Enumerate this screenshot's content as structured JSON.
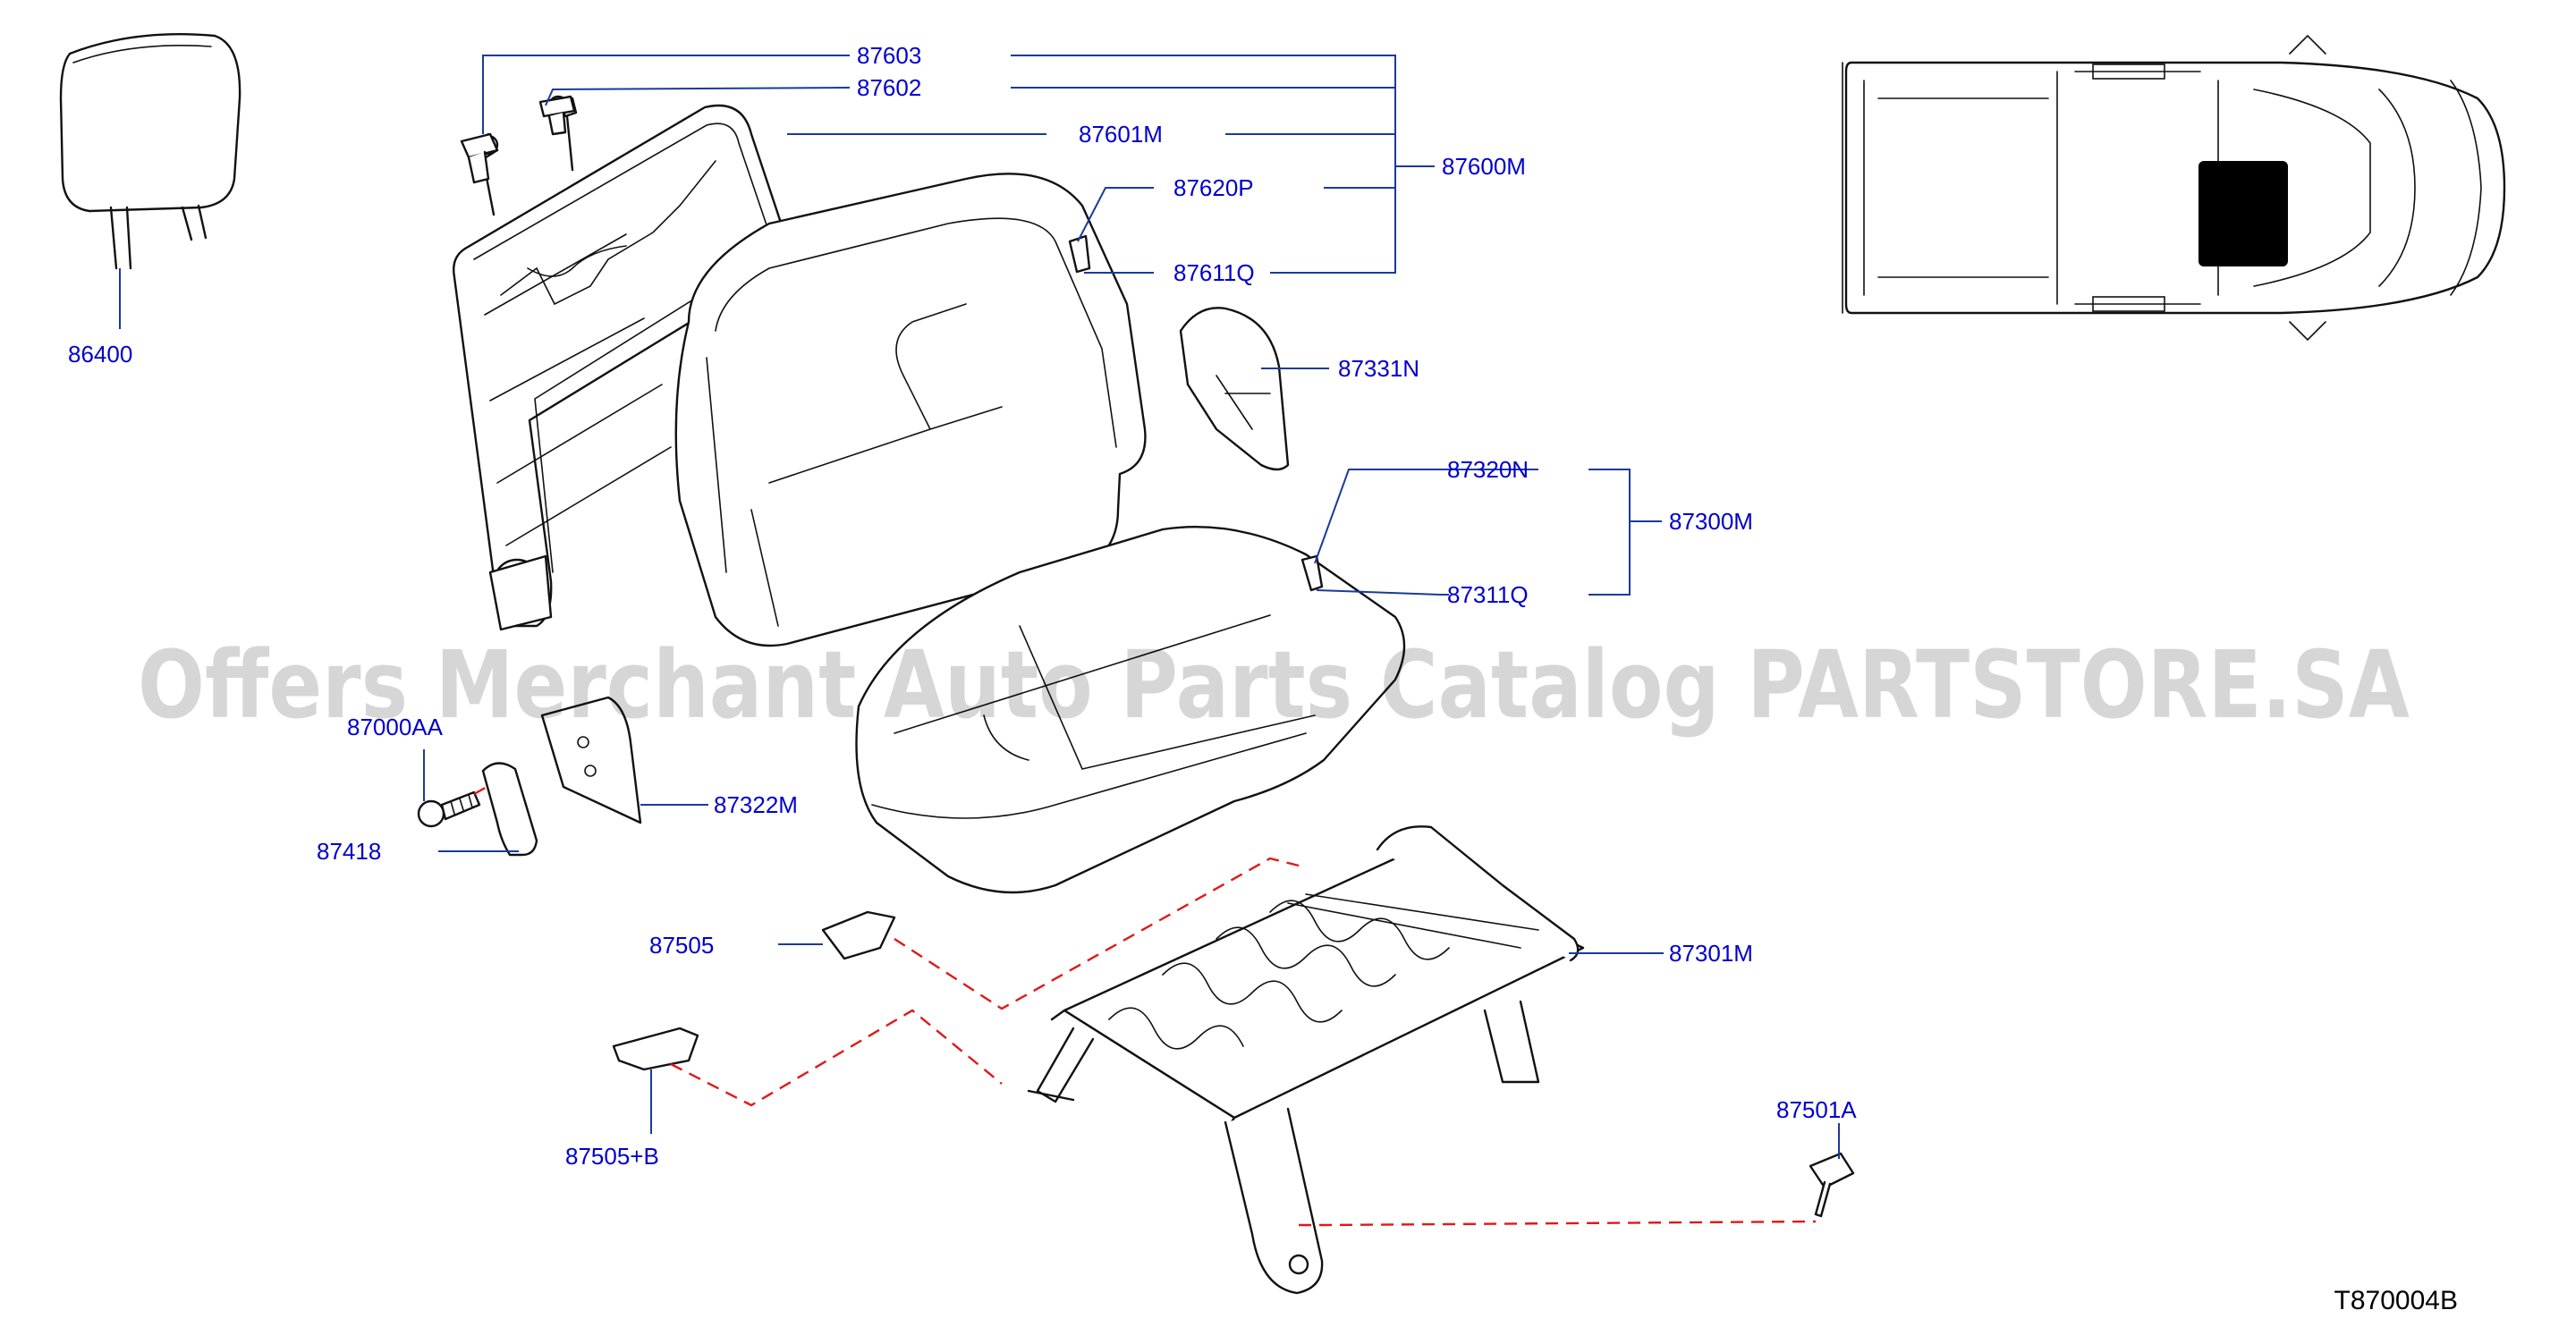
{
  "diagram": {
    "labels": {
      "p86400": "86400",
      "p87603": "87603",
      "p87602": "87602",
      "p87601M": "87601M",
      "p87600M": "87600M",
      "p87620P": "87620P",
      "p87611Q": "87611Q",
      "p87331N": "87331N",
      "p87320N": "87320N",
      "p87300M": "87300M",
      "p87311Q": "87311Q",
      "p87000AA": "87000AA",
      "p87418": "87418",
      "p87322M": "87322M",
      "p87505": "87505",
      "p87301M": "87301M",
      "p87505B": "87505+B",
      "p87501A": "87501A"
    },
    "watermark": "Offers Merchant Auto Parts Catalog PARTSTORE.SA",
    "diagram_code": "T870004B",
    "colors": {
      "label": "#0000cc",
      "leader": "#1a3a9c",
      "dashed_link": "#e01818",
      "highlight": "#000000"
    }
  }
}
